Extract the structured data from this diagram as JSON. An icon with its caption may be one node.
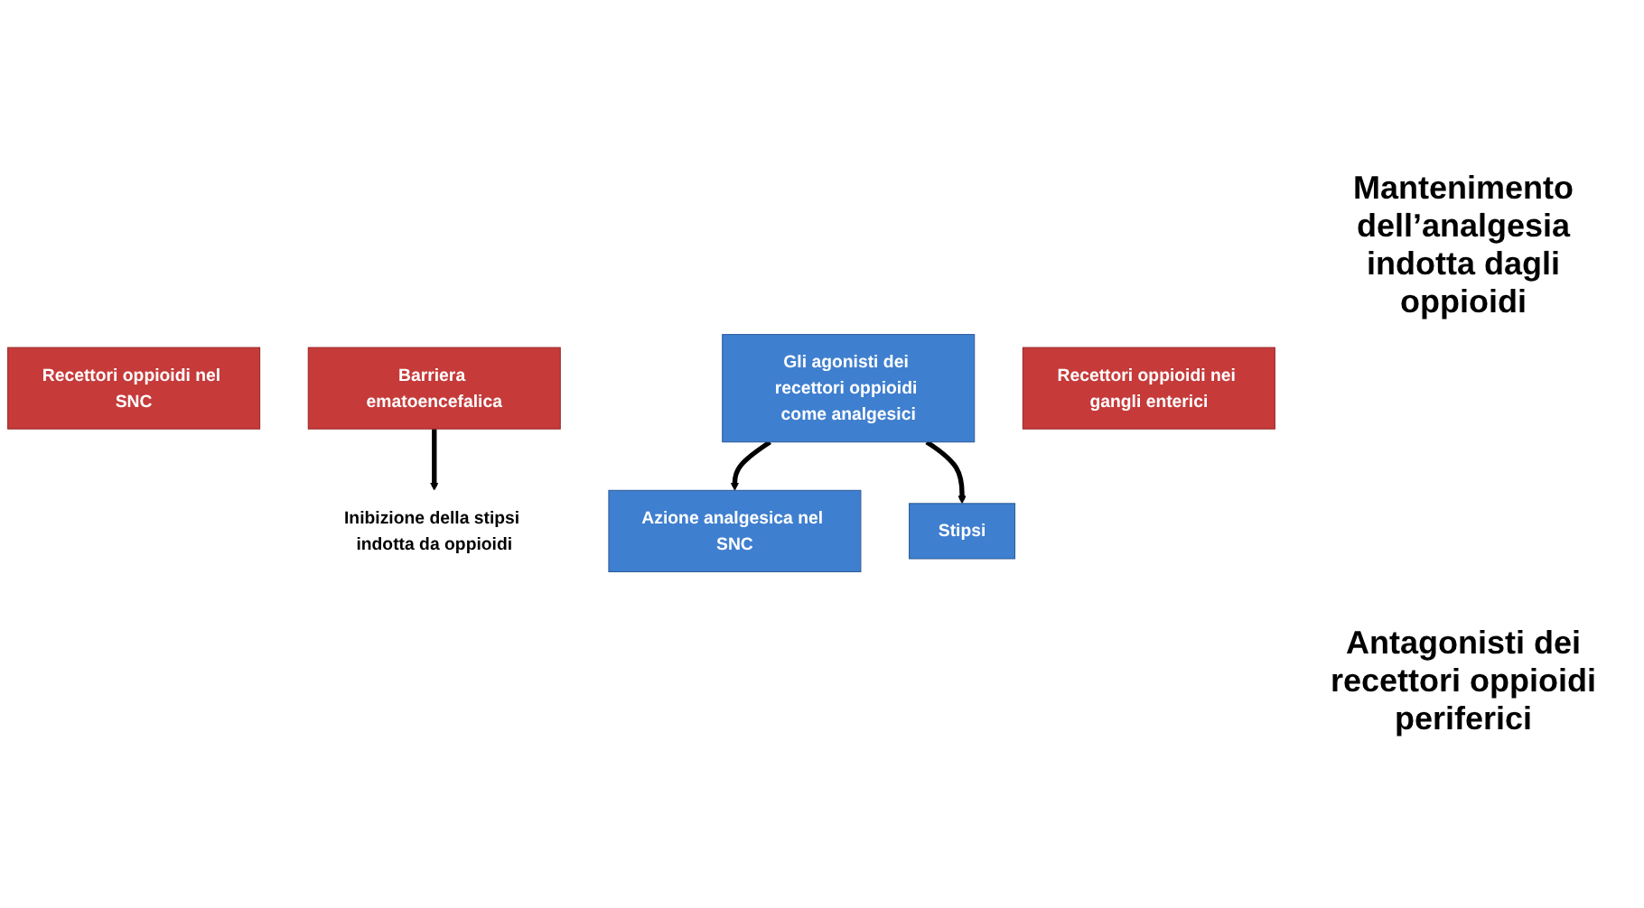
{
  "diagram": {
    "nodes": [
      {
        "text": [
          "Azione analgesica nel SNC"
        ]
      },
      {
        "text": [
          "Recettori oppioidi nel SNC"
        ]
      },
      {
        "text": [
          "Barriera ematoencefalica"
        ]
      },
      {
        "text": [
          "Gli agonisti dei recettori oppioidi come analgesici"
        ]
      },
      {
        "text": [
          "Stipsi"
        ]
      },
      {
        "text": [
          "Recettori oppioidi nei gangli enterici"
        ]
      },
      {
        "text": [
          "Inibizione della stipsi indotta da oppioidi"
        ]
      }
    ],
    "edges": [
      {
        "from": 3,
        "to": 0,
        "arrow": "to"
      },
      {
        "from": 3,
        "to": 4,
        "arrow": "to"
      },
      {
        "from": 2,
        "to": 6,
        "arrow": "to"
      }
    ],
    "labels": [
      "Mantenimento dell’analgesia indotta dagli oppioidi",
      "Antagonisti dei recettori oppioidi periferici"
    ]
  }
}
